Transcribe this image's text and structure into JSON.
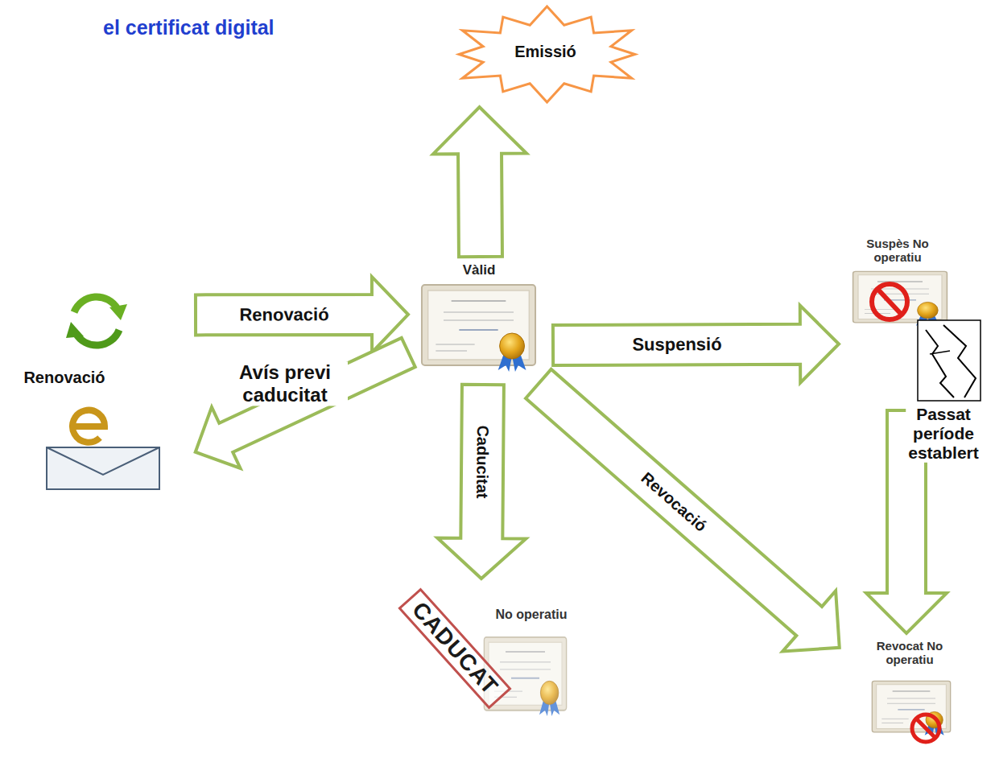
{
  "diagram": {
    "title": "el certificat digital",
    "nodes": [
      {
        "text": [
          "Emissió"
        ]
      },
      {
        "text": [
          "Renovació"
        ]
      },
      {
        "text": [
          "Vàlid"
        ]
      },
      {
        "text": [
          "Suspès No operatiu"
        ]
      },
      {
        "text": [
          "No operatiu",
          "CADUCAT"
        ]
      },
      {
        "text": [
          "Revocat No operatiu"
        ]
      }
    ],
    "edges": [
      {
        "from": 2,
        "to": 0,
        "arrow": "to"
      },
      {
        "from": 1,
        "to": 2,
        "label": "Renovació",
        "arrow": "to"
      },
      {
        "from": 2,
        "to": 1,
        "label": "Avís previ caducitat",
        "arrow": "to"
      },
      {
        "from": 2,
        "to": 3,
        "label": "Suspensió",
        "arrow": "to"
      },
      {
        "from": 2,
        "to": 4,
        "label": "Caducitat",
        "arrow": "to"
      },
      {
        "from": 2,
        "to": 5,
        "label": "Revocació",
        "arrow": "to"
      },
      {
        "from": 3,
        "to": 5,
        "label": "Passat període establert",
        "arrow": "to"
      }
    ]
  }
}
